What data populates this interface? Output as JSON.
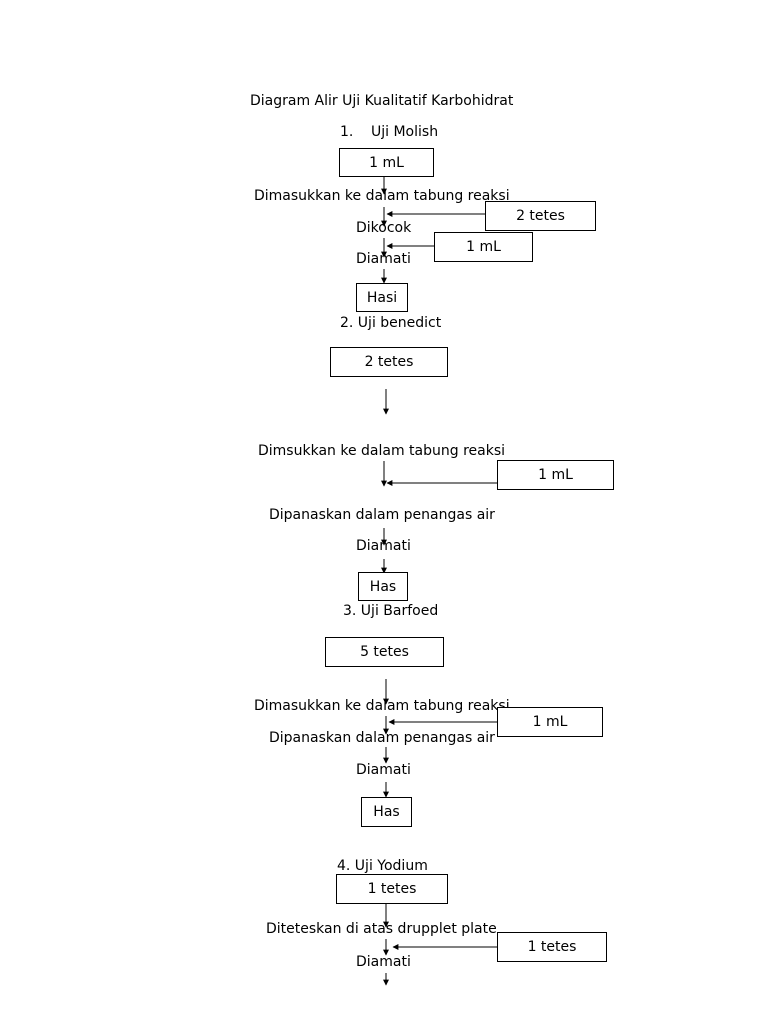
{
  "title": "Diagram Alir Uji Kualitatif Karbohidrat",
  "molish": {
    "heading_num": "1.",
    "heading": "Uji Molish",
    "start": "1 mL",
    "step1": "Dimasukkan ke dalam tabung reaksi",
    "add1": "2 tetes",
    "step2": "Dikocok",
    "add2": "1 mL",
    "step3": "Diamati",
    "result": "Hasi"
  },
  "benedict": {
    "heading": "2.  Uji benedict",
    "start": "2 tetes",
    "step1": "Dimsukkan ke dalam tabung reaksi",
    "add1": "1 mL",
    "step2": "Dipanaskan dalam penangas air",
    "step3": "Diamati",
    "result": "Has"
  },
  "barfoed": {
    "heading": "3.  Uji Barfoed",
    "start": "5 tetes",
    "step1": "Dimasukkan ke dalam tabung reaksi",
    "add1": "1 mL",
    "step2": "Dipanaskan dalam penangas air",
    "step3": "Diamati",
    "result": "Has"
  },
  "yodium": {
    "heading": "4. Uji Yodium",
    "start": "1 tetes",
    "step1": "Diteteskan di atas drupplet plate",
    "add1": "1 tetes",
    "step2": "Diamati"
  }
}
